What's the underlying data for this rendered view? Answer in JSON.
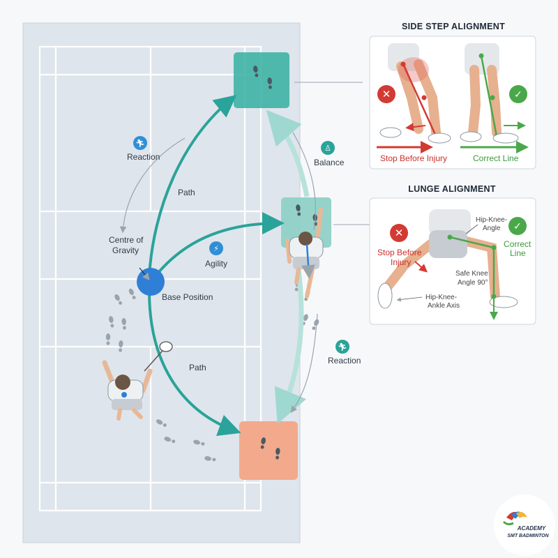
{
  "court": {
    "labels": {
      "reaction_top": "Reaction",
      "path_top": "Path",
      "centre_line1": "Centre of",
      "centre_line2": "Gravity",
      "agility": "Agility",
      "base_position": "Base Position",
      "path_bottom": "Path",
      "balance": "Balance",
      "reaction_right": "Reaction"
    },
    "icons": {
      "reaction_top": "runner-icon",
      "agility": "sprint-icon",
      "balance": "balance-icon",
      "reaction_right": "runner-icon"
    }
  },
  "side_step": {
    "title": "SIDE STEP ALIGNMENT",
    "wrong_caption": "Stop Before Injury",
    "right_caption": "Correct Line"
  },
  "lunge": {
    "title": "LUNGE ALIGNMENT",
    "stop_line1": "Stop Before",
    "stop_line2": "Injury",
    "hip_knee_line1": "Hip-Knee-",
    "hip_knee_line2": "Angle",
    "correct_line1": "Correct",
    "correct_line2": "Line",
    "safe_line1": "Safe Knee",
    "safe_line2": "Angle 90°",
    "axis_line1": "Hip-Knee-",
    "axis_line2": "Ankle Axis"
  },
  "logo": {
    "line1": "ACADEMY",
    "line2": "SMT BADMINTON"
  },
  "colors": {
    "teal": "#2aa39a",
    "teal_light": "#9fd8d0",
    "salmon": "#f3a98c",
    "blue_cog": "#2f7fd6",
    "red": "#d23a33",
    "green": "#4aa84a",
    "court": "#dde3ea"
  }
}
